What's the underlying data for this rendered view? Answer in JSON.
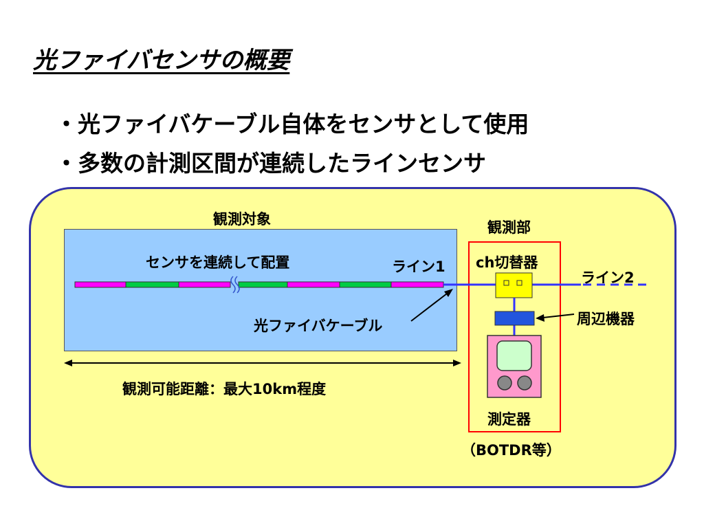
{
  "title": "光ファイバセンサの概要",
  "bullets": [
    "・光ファイバケーブル自体をセンサとして使用",
    "・多数の計測区間が連続したラインセンサ"
  ],
  "diagram": {
    "target_label": "観測対象",
    "sensors_label": "センサを連続して配置",
    "line1_label": "ライン1",
    "cable_label": "光ファイバケーブル",
    "range_label": "観測可能距離：最大10km程度",
    "station_label": "観測部",
    "switch_label": "ch切替器",
    "line2_label": "ライン2",
    "peripheral_label": "周辺機器",
    "instrument_label": "測定器",
    "instrument_example": "（BOTDR等）"
  },
  "colors": {
    "panel_bg": "#ffff99",
    "panel_border": "#3333aa",
    "target_bg": "#99ccff",
    "sensor_magenta": "#ff00ff",
    "sensor_green": "#00cc44",
    "cable": "#3333ff",
    "station_border": "#ff0000",
    "switch_box": "#ffff00",
    "peripheral_box": "#2255dd",
    "instrument_body": "#ff99cc",
    "instrument_screen": "#ccffcc"
  }
}
